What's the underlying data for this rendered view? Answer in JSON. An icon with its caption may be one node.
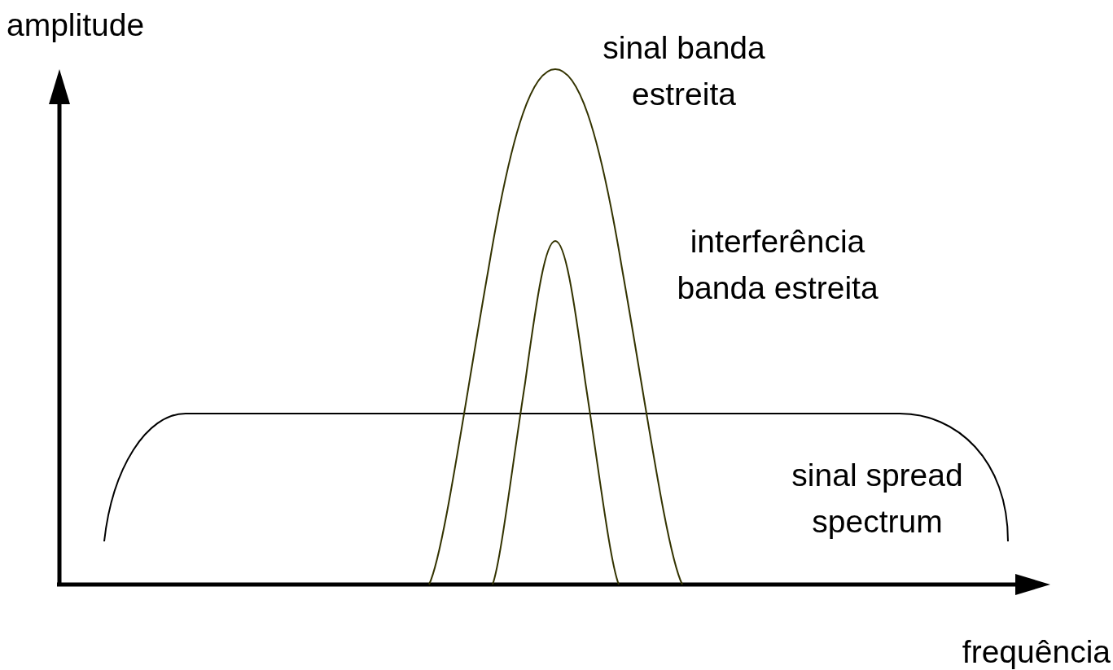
{
  "diagram": {
    "labels": [
      "amplitude",
      "sinal banda estreita",
      "interferência banda estreita",
      "sinal spread spectrum",
      "frequência"
    ]
  }
}
